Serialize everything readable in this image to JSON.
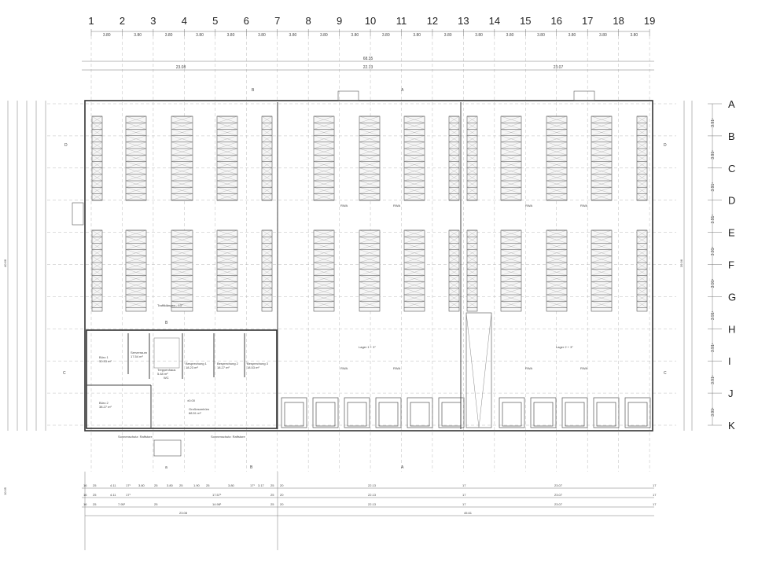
{
  "columns": [
    "1",
    "2",
    "3",
    "4",
    "5",
    "6",
    "7",
    "8",
    "9",
    "10",
    "11",
    "12",
    "13",
    "14",
    "15",
    "16",
    "17",
    "18",
    "19"
  ],
  "column_spacing_label": "3.80",
  "rows": [
    "A",
    "B",
    "C",
    "D",
    "E",
    "F",
    "G",
    "H",
    "I",
    "J",
    "K"
  ],
  "row_spacing_label": "3.91¹",
  "overall_dims": {
    "total": "68.35",
    "segments": [
      "23.08",
      "22.13",
      "23.07"
    ]
  },
  "section_markers": {
    "b_top": "B",
    "a_top": "A",
    "d_left": "D",
    "d_right": "D",
    "c_left": "C",
    "c_right": "C",
    "b_bottom": "B",
    "a_bottom": "A",
    "a_small": "a",
    "b_mid": "B"
  },
  "rooms": [
    {
      "name": "Büro 1",
      "area": "30.33 m²"
    },
    {
      "name": "Serverraum",
      "area": "17.54 m²"
    },
    {
      "name": "Treppenhaus",
      "area": "5.48 m²"
    },
    {
      "name": "Besprechung 1",
      "area": "18.23 m²"
    },
    {
      "name": "Besprechung 2",
      "area": "18.27 m²"
    },
    {
      "name": "Besprechung 3",
      "area": "18.53 m²"
    },
    {
      "name": "Büro 2",
      "area": "38.27 m²"
    },
    {
      "name": "Großraumbüro",
      "area": "88.51 m²"
    }
  ],
  "labels": {
    "lager1": "Lager 1 + 3°",
    "lager2": "Lager 2 + 3°",
    "rwa": "RWA",
    "traffic": "Traffiklängen - 13°",
    "sonnenschutz": "Sonnenschutz: Raffstore",
    "wc": "WC",
    "level": "±0.00"
  },
  "bottom_dims": {
    "row1": [
      "16",
      "25",
      "4.11",
      "17¹",
      "3.80",
      "25",
      "3.80",
      "25",
      "1.90",
      "25",
      "3.80",
      "17¹",
      "3.17",
      "25",
      "20",
      "22.13",
      "17",
      "23.07",
      "17"
    ],
    "row2": [
      "16",
      "25",
      "4.11",
      "17¹",
      "17.57¹",
      "25",
      "20",
      "22.13",
      "17",
      "23.07",
      "17"
    ],
    "row3": [
      "16",
      "25",
      "7.95¹",
      "25",
      "14.98¹",
      "25",
      "20",
      "22.13",
      "17",
      "23.07",
      "17"
    ],
    "total_left": "23.08",
    "total_right": "45.61"
  },
  "side_dims": {
    "left_total": "40.66",
    "right_total": "39.96",
    "left_small": "10.05"
  }
}
